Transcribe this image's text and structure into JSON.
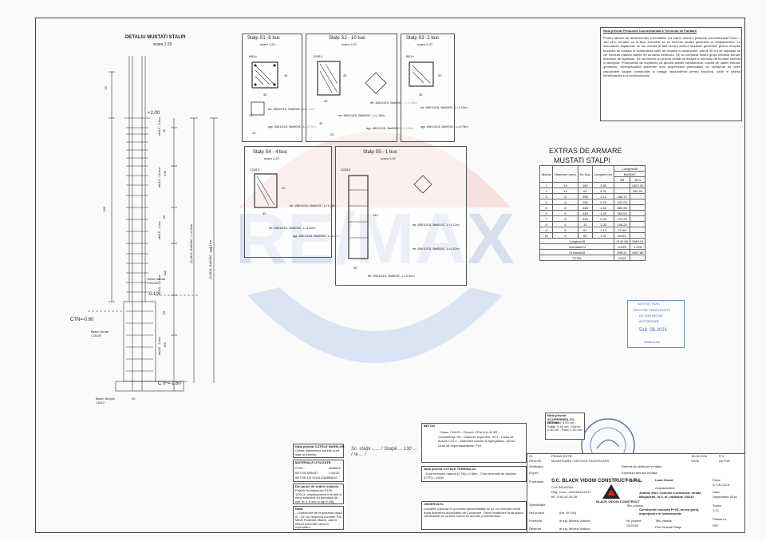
{
  "detail": {
    "title": "DETALIU MUSTATI STALPI",
    "scale": "scara 1:20",
    "dims": [
      "95",
      "40",
      "100",
      "60",
      "100",
      "50",
      "150",
      "330",
      "421"
    ],
    "stirrup_labels": [
      "ett/10 - 3 buc",
      "ett/10 - 10 buc",
      "ett/15 - 4 buc",
      "ett/10 - 10 buc",
      "ett/15 - 5 buc"
    ],
    "bar_labels": [
      "(2) Ø14, Bst500C, L=3.30m",
      "(1) Ø14, Bst500C, L=4.41m"
    ],
    "level_top": "+2.00",
    "level_mid": "-0.10",
    "ctn": "CTN=-0.60",
    "ctf": "CTF=-1.60",
    "beton_armat": "Beton Armat C20/25",
    "beton_pm": "Beton Armat C16/20",
    "beton_simplu": "Beton Simplu C8/10",
    "dim_50": "50"
  },
  "s1": {
    "title": "Stalp S1 -6 buc",
    "scale": "scara 1:20",
    "bars": "8Ø14",
    "dim30a": "30",
    "dim30b": "30",
    "etr": "etr. Ø8/10/15, Bst500C, L=1.12m",
    "agr": "agr. Ø8/10/15, Bst500C, L=0.75m",
    "d23": "23",
    "d42": "42"
  },
  "s2": {
    "title": "Stalp S2 - 10 buc",
    "scale": "scara 1:20",
    "bars": "12Ø14",
    "dim30": "30",
    "dim40": "40",
    "etr": "etr. Ø8/10/15, Bst500C, L=1.25m",
    "etr2": "etr. Ø8/10/15, Bst500C, L=1.52m",
    "agr": "agr. Ø8/10/15, Bst500C, L=0.40m",
    "d23": "23",
    "d42": "42"
  },
  "s3": {
    "title": "Stalp S3 -2 buc",
    "scale": "scara 1:20",
    "bars": "8Ø14",
    "dim30a": "30",
    "dim30b": "30",
    "etr": "etr. Ø8/10/15, Bst500C, L=1.12m",
    "agr": "agr. Ø8/10/15, Bst500C, L=0.75m"
  },
  "s4": {
    "title": "Stalp S4 - 4 buc",
    "scale": "scara 1:20",
    "bars": "12Ø14",
    "dim30": "30",
    "dim40": "40",
    "etr": "etr. Ø8/10/15, Bst500C, L=1.25m",
    "etr2": "etr. Ø8/10/15, Bst500C, L=1.52m",
    "agr": "agr. Ø8/10/15, Bst500C, L=0.40m"
  },
  "s5": {
    "title": "Stalp S5 - 1 buc",
    "scale": "scara 1:20",
    "bars": "22Ø14",
    "dim30": "30",
    "dim140": "140",
    "etr": "etr. Ø8/10/15, Bst500C, L=1.12m",
    "etr2": "etr. Ø8/10/15, Bst500C, L=1.01m",
    "etr3": "etr. Ø8/10/15, Bst500C, L=3.32m"
  },
  "note": {
    "title": "Nota privind Presiunea Conventionala a Terenului de Fundare",
    "body": "Pentru calculul de dimensionare a fundatiilor s-a luat in calcul o presiune conventionala Pconv = 180 kPa, urmand ca la faza executiei sa se execute studiul geotehnic in amplasament. La executarea sapaturilor se vor chema la fata locului autorul studiului geotehnic pentru receptia terenului de fundare si confirmarea cotei de fundare a constructiei. Ultimii 30 cm de sapatura se vor executa manual inainte de turnarea betonului. Se va completa fundul gropii mentina turnarii betonului de egalizare. Se va intocmi un proces verbal de avizare a terenului de fundare semnat si stampilat. Proiectantul de rezistenta va aproba aceste infrastructuri, functie de datele extrase geotehnic. Nerespectarea prezentei note degreveaza proiectantul de rezistenta de orice raspundere asupra constructiei si ineaga raspunderea pentru structura, cade in seama beneficiarului si a constructorului."
  },
  "extras": {
    "title": "EXTRAS DE ARMARE",
    "subtitle": "MUSTATI STALPI",
    "head": [
      "Marca",
      "Diametru (mm)",
      "Nr. Buc",
      "Lungime (m)",
      "Ø8",
      "Ø14"
    ],
    "lung_head": "Lungime/Ø",
    "bst": "Bst500C",
    "rows": [
      [
        "1",
        "14",
        "160",
        "3.30",
        "",
        "1307.00"
      ],
      [
        "2",
        "14",
        "64",
        "4.41",
        "",
        "282.24"
      ],
      [
        "3",
        "8",
        "256",
        "1.12",
        "286.72",
        ""
      ],
      [
        "4",
        "8",
        "256",
        "0.75",
        "192.00",
        ""
      ],
      [
        "5",
        "8",
        "448",
        "1.52",
        "680.96",
        ""
      ],
      [
        "6",
        "8",
        "448",
        "1.25",
        "560.00",
        ""
      ],
      [
        "7",
        "8",
        "448",
        "0.40",
        "179.20",
        ""
      ],
      [
        "8",
        "8",
        "32",
        "3.32",
        "106.24",
        ""
      ],
      [
        "9",
        "8",
        "64",
        "1.12",
        "71.68",
        ""
      ],
      [
        "10",
        "8",
        "64",
        "1.01",
        "64.64",
        ""
      ]
    ],
    "sum": [
      [
        "Lungime/Ø",
        "2142.58",
        "1589.24"
      ],
      [
        "Greutate/ml",
        "0.395",
        "1.208"
      ],
      [
        "Greutate/Ø",
        "845.21",
        "1557.85"
      ],
      [
        "TOTAL",
        "2404",
        ""
      ]
    ]
  },
  "stamp": {
    "l1": "ACHITAT TAXA",
    "l2": "PRIVITOR CONSTRUCTII",
    "l3": "DE SUB REGIM",
    "l4": "AUTORIZARII",
    "l5": "516 .06.2021",
    "l6": "Arhitect sef"
  },
  "round_stamp": {
    "text": "ORDINUL ARHITECTILOR"
  },
  "notes_bottom": {
    "a_title": "Nota privind COTELE BARELOR",
    "a_body": "Cotele diametrelor barelor sunt date la exterior.",
    "b_title": "MATERIALE UTILIZATE:",
    "b1k": "OTEL:",
    "b1v": "Bst500C",
    "b2k": "BETON ARMAT:",
    "b2v": "C16/20",
    "b3k": "BETON DE EGALIZARE:",
    "b3v": "C8/10",
    "c_title": "Din punct de vedere seismic:",
    "c_body": "Potrivit Normativului P100-1/2013, amplasamentul se afla in zona seismica cu perioada de colt Tc=1.6 sec si ag=0.20g",
    "d_title": "Nota:",
    "d_body": "- Constructie de importanta clasa III - Se vor respecta normele PSI, Medii Protectia Muncii, atat in timpul executiei cat si in exploatare.",
    "e_title": "BETON",
    "e_body": "- Clasa: C16/20 - Ciment: CEM II/A-42.5R - Consistenta: S3 - Clasa de expunere: XC1 - Clasa de dosuri: Cl 0.2 - Diametrul maxim al agregatelor: 16mm - Grad de impermeabilitate: P10",
    "f_title": "Nota privind COTELE TERENULUI:",
    "f_body": "- Cota terenului natural (CTN)=-0.60m - Cota terenului de fundare (CTF)=-1.60m",
    "g_title": "OBSERVATII:",
    "g_body": "Lucrarile cuprinse in prezenta documentatie nu se vor executa decat dupa obtinerea Autorizatiei de Construire. Orice modificare la structura constructiei se va face numai cu acordul proiectantului.",
    "h_title": "Nota privind ACOPERIREA CU BETON",
    "h_body": "- Fundatii: 5.00 cm - Stalpi: 3.50 cm - Grinzi: 2.50 cm - Placi: 1.50 cm",
    "hand": "Sc. stalpi ...... / Stalpii ... 130 ... / re ... /"
  },
  "title_block": {
    "verificator": "Verificator",
    "nume": "Nume",
    "semn": "Semnatura",
    "cerinta": "Cerinta",
    "ref": "Referat de verificare nr/data:",
    "expert": "Expert",
    "exp_ref": "Expertiza tehnica nr/data:",
    "rev": "01",
    "rev_desc": "PRIMA EDITIE",
    "rev_date": "18.09.2018",
    "rev_n": "R.V",
    "rev_h1": "REVIZIE",
    "rev_h2": "MODIFICARE / MOTIVUL MODIFICARII",
    "rev_h3": "DATA",
    "rev_h4": "AUTOR",
    "proiectant_lbl": "Proiectant",
    "proiectant": "S.C. BLACK VIDOW CONSTRUCT S.R.L.",
    "cui": "CUI: 38161063",
    "reg": "Reg. Com.: J40/18112/2017",
    "tel": "tel: 0763.67.55.28",
    "beneficiar_lbl": "Beneficiar:",
    "beneficiar": "Luca Ciocoi",
    "faza_lbl": "Faza:",
    "faza": "D.T.A.C/D.E",
    "amplas_lbl": "Amplasament:",
    "amplas": "Judetul Ilfov, Comuna Corbeanca, strada Margaretei, nr.3, nr. cadastral 334/16",
    "data_lbl": "Data:",
    "data": "Septembrie 2018",
    "titlu_lbl": "Titlu proiect:",
    "titlu": "Constructie locuinta P+1E, anexa garaj, imprejmuire si bransamente",
    "scara_lbl": "Scara:",
    "scara": "1:20",
    "nr_lbl": "Nr. proiect:",
    "nr": "25/2018",
    "planse_lbl": "Titlu plansa:",
    "plansa": "Plan Mustati Stalpi",
    "plansa_nr_lbl": "Plansa nr:",
    "plansa_nr": "R02",
    "spec": "Specificatie",
    "sef": "Sef proiect",
    "proiectat": "Proiectat",
    "desenat": "Desenat",
    "n1": "Arh. M. Kiuj",
    "n2": "dr.ing. Mircea Vaduva",
    "n3": "dr.ing. Mircea Vaduva",
    "logo": "BLACK VIDOW CONSTRUCT"
  },
  "watermark": "RE/MAX"
}
